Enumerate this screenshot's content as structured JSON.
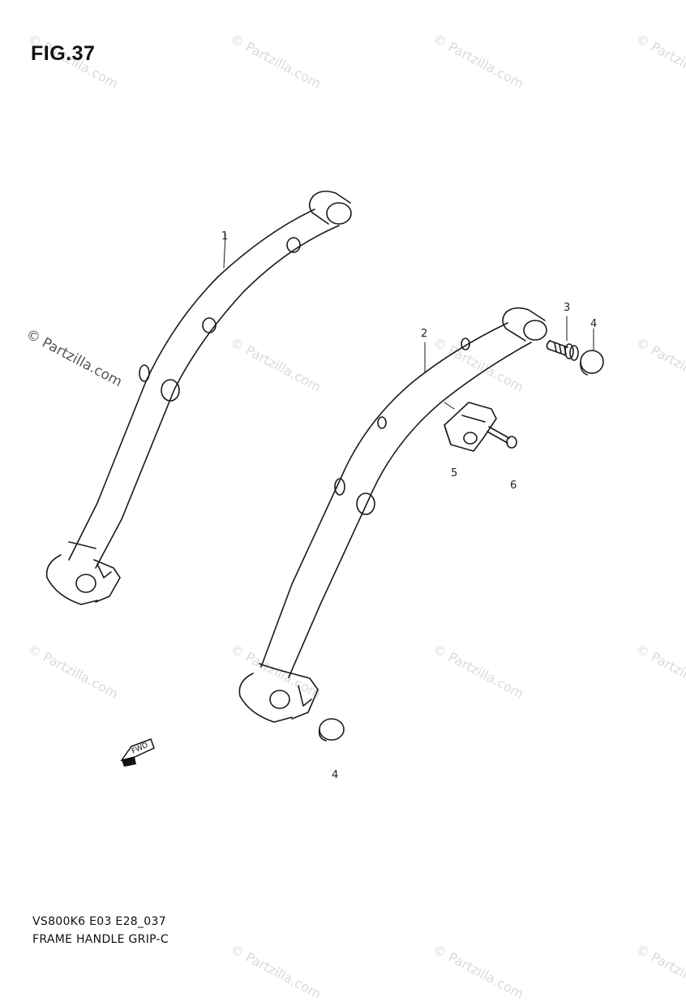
{
  "figure_title": "FIG.37",
  "callouts": [
    "1",
    "2",
    "3",
    "4",
    "5",
    "6",
    "4"
  ],
  "footer": {
    "model_code": "VS800K6 E03 E28_037",
    "caption": "FRAME HANDLE GRIP-C"
  },
  "watermark": "© Partzilla.com",
  "fwd_label": "FWD"
}
